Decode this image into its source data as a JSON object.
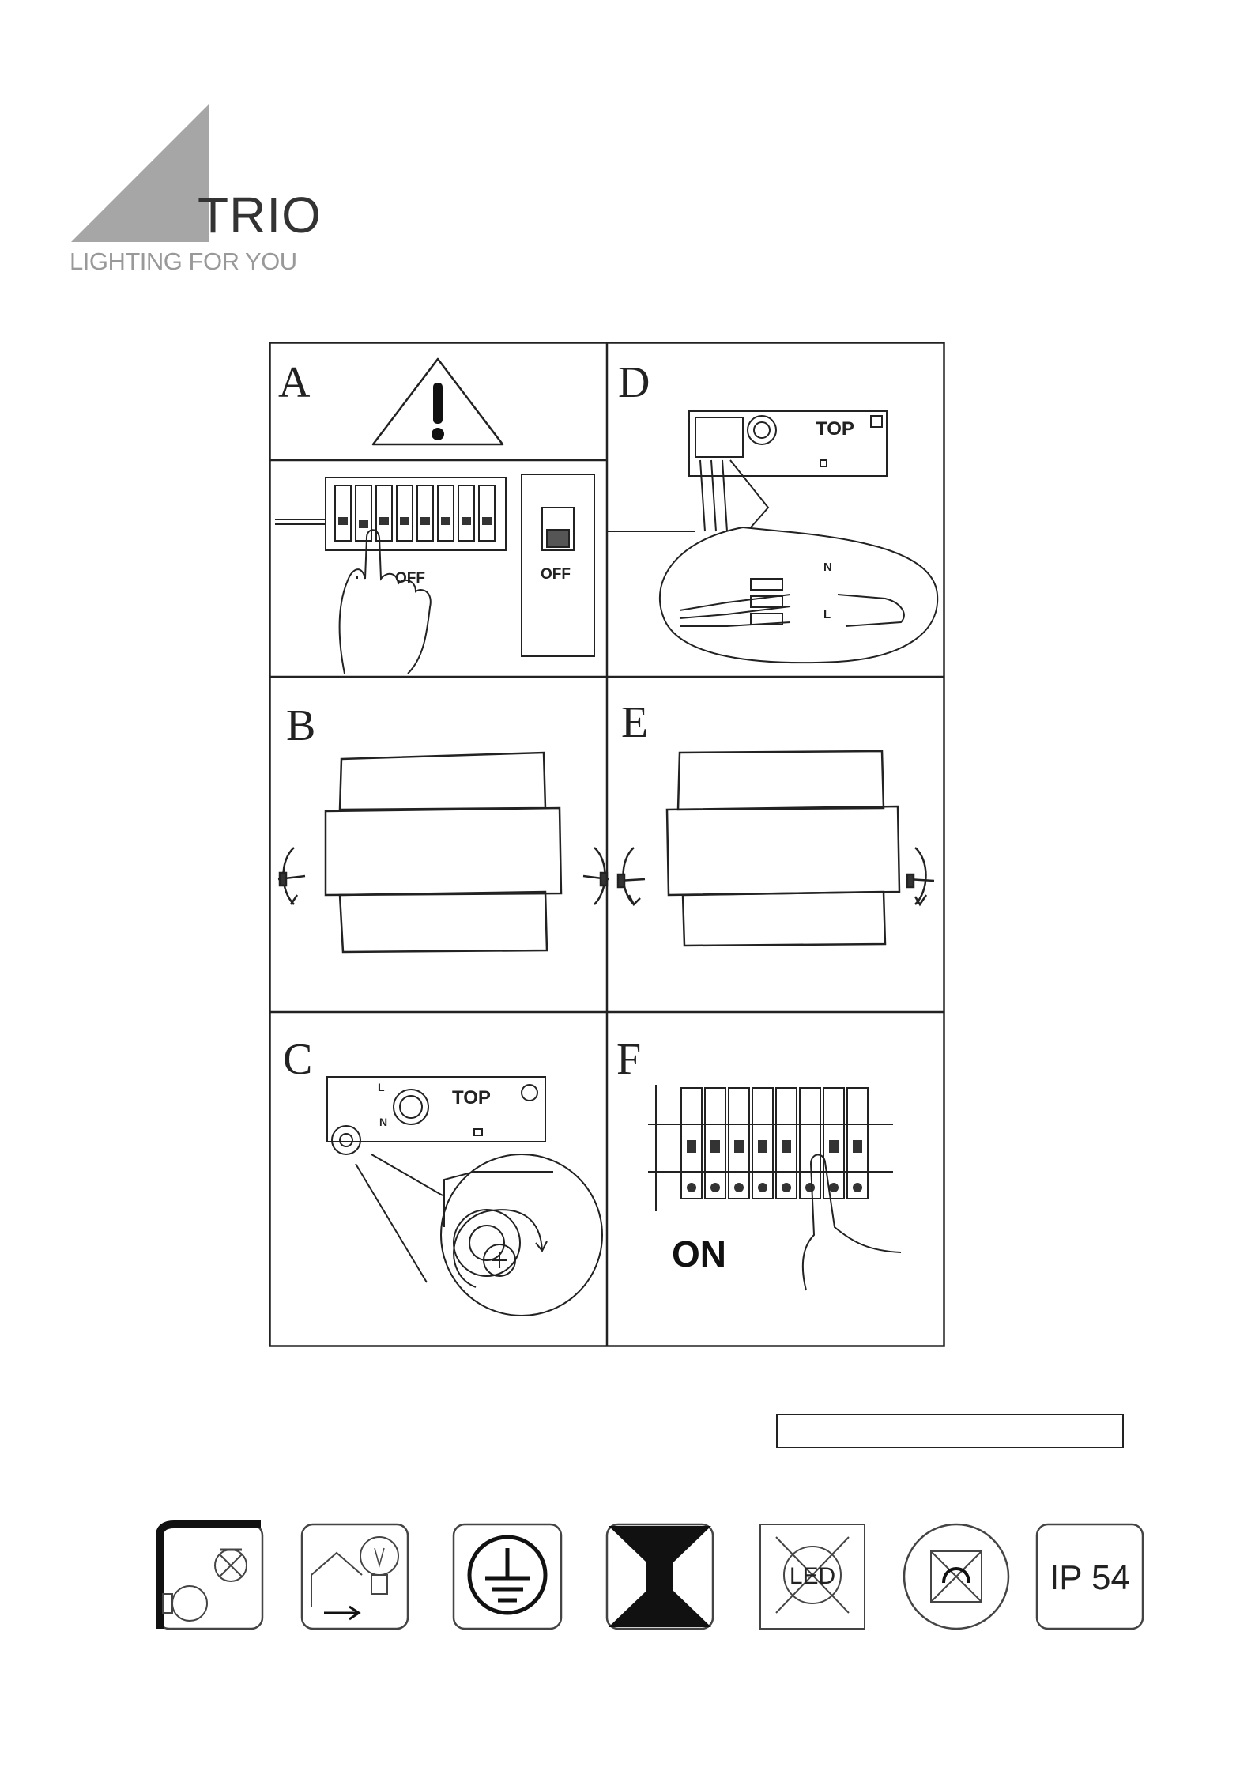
{
  "logo": {
    "brand": "TRIO",
    "tagline": "LIGHTING FOR YOU"
  },
  "panels": [
    {
      "id": "A",
      "letter": "A",
      "labels": [
        "OFF",
        "OFF"
      ]
    },
    {
      "id": "B",
      "letter": "B",
      "labels": []
    },
    {
      "id": "C",
      "letter": "C",
      "labels": [
        "TOP",
        "L",
        "N"
      ]
    },
    {
      "id": "D",
      "letter": "D",
      "labels": [
        "TOP",
        "N",
        "L"
      ]
    },
    {
      "id": "E",
      "letter": "E",
      "labels": []
    },
    {
      "id": "F",
      "letter": "F",
      "labels": [
        "ON"
      ]
    }
  ],
  "model_box": {
    "value": ""
  },
  "symbols": [
    {
      "icon": "indoor-outdoor-icon",
      "label": ""
    },
    {
      "icon": "bulb-replaceable-icon",
      "label": ""
    },
    {
      "icon": "protective-earth-icon",
      "label": ""
    },
    {
      "icon": "up-down-light-icon",
      "label": ""
    },
    {
      "icon": "led-not-replaceable-icon",
      "label": ""
    },
    {
      "icon": "not-dimmable-icon",
      "label": ""
    },
    {
      "icon": "ip-rating-icon",
      "label": "IP 54"
    }
  ]
}
